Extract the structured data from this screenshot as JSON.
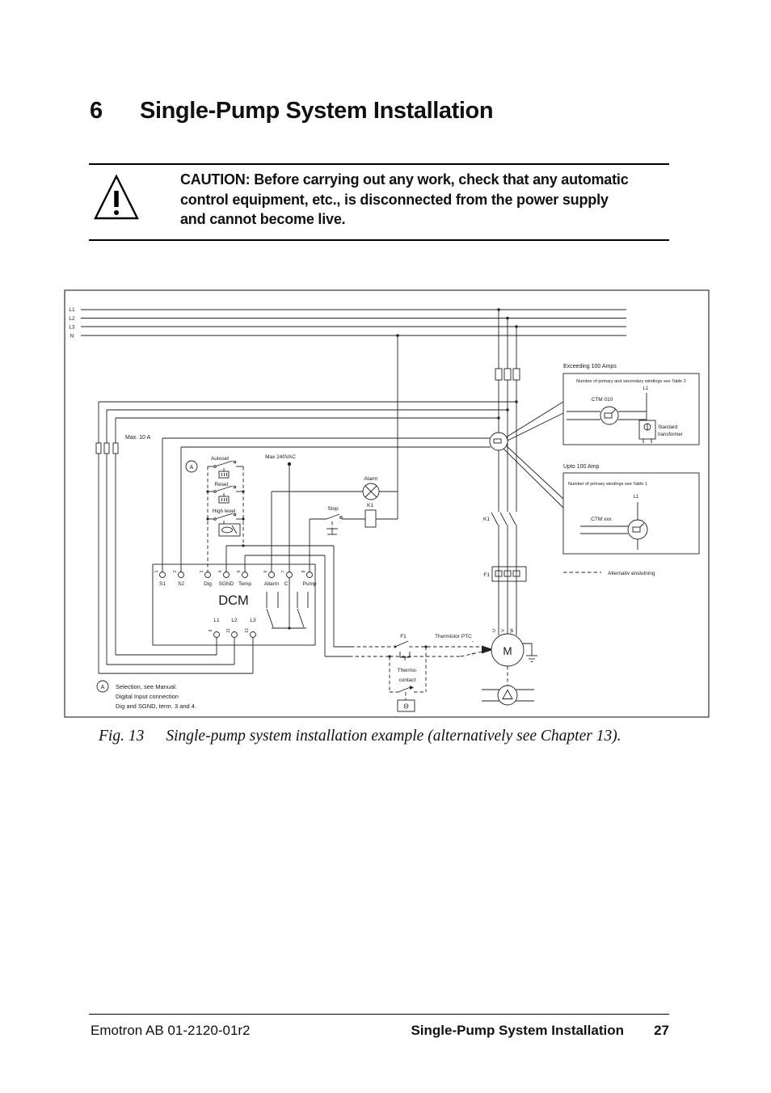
{
  "header": {
    "number": "6",
    "title": "Single-Pump System Installation"
  },
  "caution": {
    "lines": [
      "CAUTION: Before carrying out any work, check that any automatic",
      "control equipment, etc., is disconnected from the power supply",
      "and cannot become live."
    ]
  },
  "figure": {
    "caption_label": "Fig. 13",
    "caption_text": "Single-pump system installation example (alternatively see Chapter 13).",
    "bus_labels": [
      "L1",
      "L2",
      "L3",
      "N"
    ],
    "fuse_rating": "Max. 10 A",
    "supply_label": "Max 240VAC",
    "selector": {
      "marker": "A",
      "autoset": "Autoset",
      "reset": "Reset",
      "high_level": "High level"
    },
    "alarm_lamp": "Alarm",
    "stop": "Stop",
    "contactor_coil": "K1",
    "contactor": "K1",
    "overload": "F1",
    "aux_contact": "F1",
    "thermistor": "Thermistor PTC",
    "thermo_contact": [
      "Thermo-",
      "contact"
    ],
    "theta": "Θ",
    "minus": "-",
    "plus": "+",
    "motor": "M",
    "motor_phases": [
      "U",
      "V",
      "W"
    ],
    "dcm": {
      "name": "DCM",
      "terminals": [
        {
          "num": "1",
          "label": "S1"
        },
        {
          "num": "2",
          "label": "S2"
        },
        {
          "num": "3",
          "label": "Dig"
        },
        {
          "num": "4",
          "label": "SGND"
        },
        {
          "num": "5",
          "label": "Temp"
        },
        {
          "num": "6",
          "label": "Allarm"
        },
        {
          "num": "7",
          "label": "C"
        },
        {
          "num": "8",
          "label": "Pump"
        }
      ],
      "power_terminals": [
        {
          "num": "9",
          "label": "L1"
        },
        {
          "num": "11",
          "label": "L2"
        },
        {
          "num": "13",
          "label": "L3"
        }
      ]
    },
    "inset_exceeding": {
      "title": "Exceeding  100 Amps",
      "note": "Number of primary and secondary windings see Table 2",
      "phase": "L1",
      "ct": "CTM 010",
      "transformer": [
        "Standard",
        "transformer"
      ]
    },
    "inset_upto": {
      "title": "Upto 100 Amp",
      "note": "Number of primary windings see Table 1",
      "phase": "L1",
      "ct": "CTM xxx"
    },
    "legend_alt": "Alternativ anslutning",
    "note": {
      "marker": "A",
      "lines": [
        "Selection, see Manual:",
        "Digital Input connection",
        "Dig and SGND, term. 3 and 4."
      ]
    }
  },
  "footer": {
    "doc_id": "Emotron AB 01-2120-01r2",
    "section": "Single-Pump System Installation",
    "page": "27"
  }
}
